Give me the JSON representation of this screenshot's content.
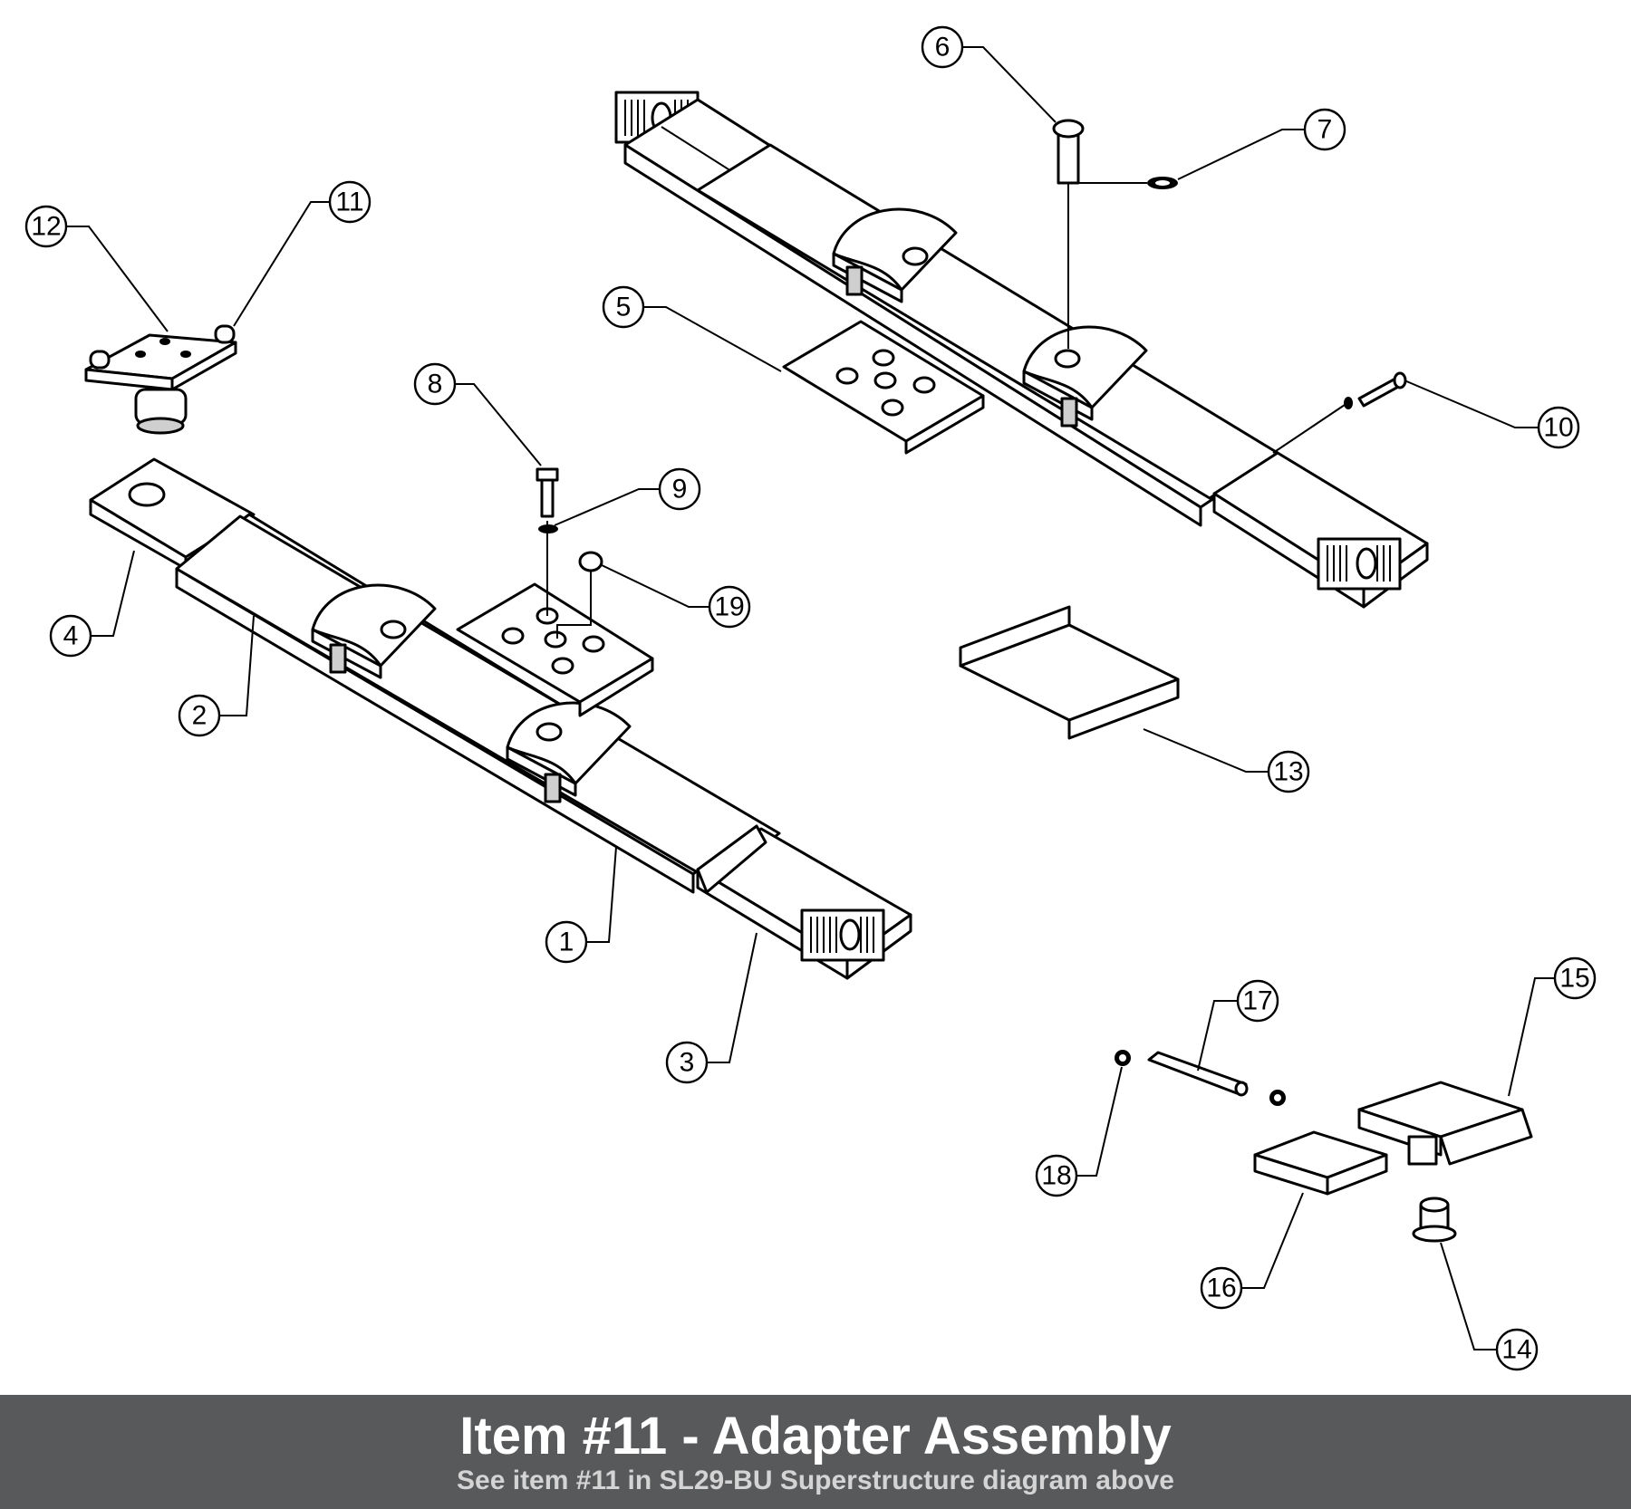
{
  "diagram": {
    "callouts": [
      {
        "number": "1"
      },
      {
        "number": "2"
      },
      {
        "number": "3"
      },
      {
        "number": "4"
      },
      {
        "number": "5"
      },
      {
        "number": "6"
      },
      {
        "number": "7"
      },
      {
        "number": "8"
      },
      {
        "number": "9"
      },
      {
        "number": "10"
      },
      {
        "number": "11"
      },
      {
        "number": "12"
      },
      {
        "number": "13"
      },
      {
        "number": "14"
      },
      {
        "number": "15"
      },
      {
        "number": "16"
      },
      {
        "number": "17"
      },
      {
        "number": "18"
      },
      {
        "number": "19"
      }
    ]
  },
  "footer": {
    "title": "Item #11 - Adapter Assembly",
    "subtitle": "See item #11 in SL29-BU Superstructure diagram above"
  }
}
